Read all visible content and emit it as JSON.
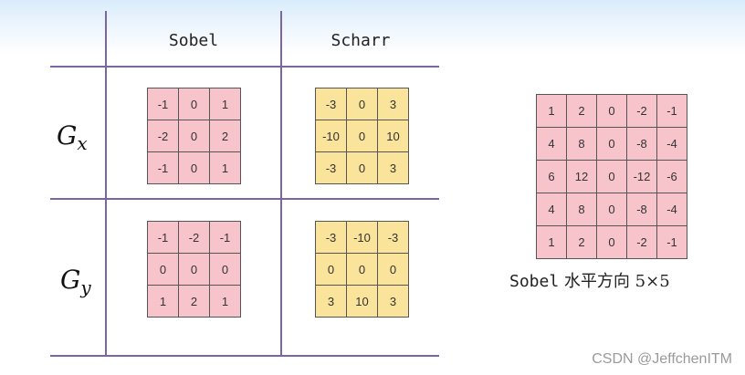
{
  "columns": {
    "sobel": "Sobel",
    "scharr": "Scharr"
  },
  "rows": {
    "gx_base": "G",
    "gx_sub": "x",
    "gy_base": "G",
    "gy_sub": "y"
  },
  "kernels": {
    "sobel_gx": [
      [
        "-1",
        "0",
        "1"
      ],
      [
        "-2",
        "0",
        "2"
      ],
      [
        "-1",
        "0",
        "1"
      ]
    ],
    "scharr_gx": [
      [
        "-3",
        "0",
        "3"
      ],
      [
        "-10",
        "0",
        "10"
      ],
      [
        "-3",
        "0",
        "3"
      ]
    ],
    "sobel_gy": [
      [
        "-1",
        "-2",
        "-1"
      ],
      [
        "0",
        "0",
        "0"
      ],
      [
        "1",
        "2",
        "1"
      ]
    ],
    "scharr_gy": [
      [
        "-3",
        "-10",
        "-3"
      ],
      [
        "0",
        "0",
        "0"
      ],
      [
        "3",
        "10",
        "3"
      ]
    ],
    "sobel_5x5": [
      [
        "1",
        "2",
        "0",
        "-2",
        "-1"
      ],
      [
        "4",
        "8",
        "0",
        "-8",
        "-4"
      ],
      [
        "6",
        "12",
        "0",
        "-12",
        "-6"
      ],
      [
        "4",
        "8",
        "0",
        "-8",
        "-4"
      ],
      [
        "1",
        "2",
        "0",
        "-2",
        "-1"
      ]
    ]
  },
  "caption": {
    "name": "Sobel",
    "direction": "水平方向",
    "size": "5×5"
  },
  "watermark": "CSDN @JeffchenITM",
  "colors": {
    "pink": "#f8c4cc",
    "yellow": "#fae39a",
    "lines": "#7b66a3"
  }
}
